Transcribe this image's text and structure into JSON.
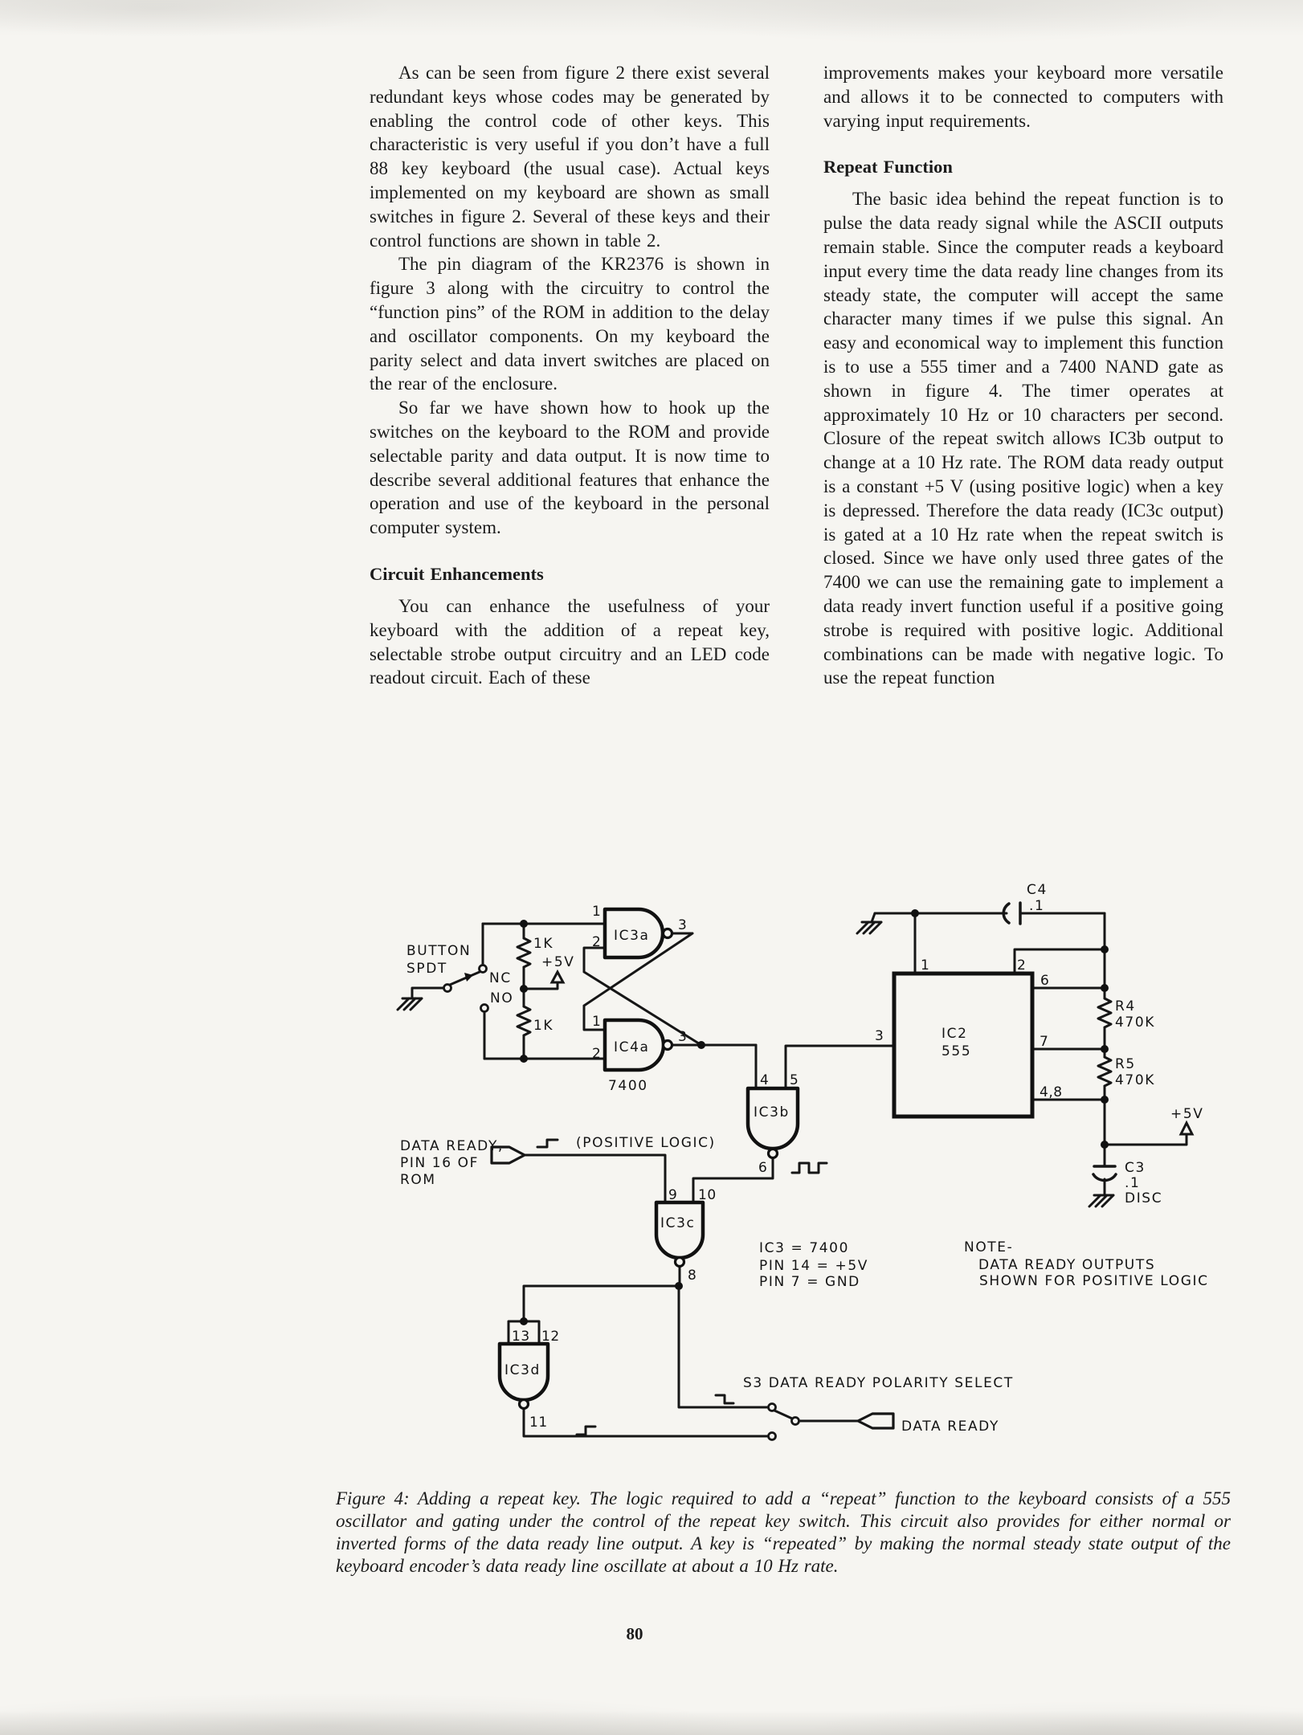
{
  "page": {
    "number": "80"
  },
  "article": {
    "left": {
      "p1": "As can be seen from figure 2 there exist several redundant keys whose codes may be generated by enabling the control code of other keys. This characteristic is very useful if you don’t have a full 88 key keyboard (the usual case). Actual keys implemented on my keyboard are shown as small switches in figure 2. Several of these keys and their control functions are shown in table 2.",
      "p2": "The pin diagram of the KR2376 is shown in figure 3 along with the circuitry to control the “function pins” of the ROM in addition to the delay and oscillator components. On my keyboard the parity select and data invert switches are placed on the rear of the enclosure.",
      "p3": "So far we have shown how to hook up the switches on the keyboard to the ROM and provide selectable parity and data output. It is now time to describe several additional features that enhance the operation and use of the keyboard in the personal computer system.",
      "h1": "Circuit Enhancements",
      "p4": "You can enhance the usefulness of your keyboard with the addition of a repeat key, selectable strobe output circuitry and an LED code readout circuit. Each of these"
    },
    "right": {
      "p5": "improvements makes your keyboard more versatile and allows it to be connected to computers with varying input requirements.",
      "h2": "Repeat Function",
      "p6": "The basic idea behind the repeat function is to pulse the data ready signal while the ASCII outputs remain stable. Since the computer reads a keyboard input every time the data ready line changes from its steady state, the computer will accept the same character many times if we pulse this signal. An easy and economical way to implement this function is to use a 555 timer and a 7400 NAND gate as shown in figure 4. The timer operates at approximately 10 Hz or 10 characters per second. Closure of the repeat switch allows IC3b output to change at a 10 Hz rate. The ROM data ready output is a constant +5 V (using positive logic) when a key is depressed. Therefore the data ready (IC3c output) is gated at a 10 Hz rate when the repeat switch is closed. Since we have only used three gates of the 7400 we can use the remaining gate to implement a data ready invert function useful if a positive going strobe is required with positive logic. Additional combinations can be made with negative logic. To use the repeat function"
    }
  },
  "figure": {
    "caption": "Figure 4: Adding a repeat key. The logic required to add a “repeat” function to the keyboard consists of a 555 oscillator and gating under the control of the repeat key switch. This circuit also provides for either normal or inverted forms of the data ready line output. A key is “repeated” by making the normal steady state output of the keyboard encoder’s data ready line oscillate at about a 10 Hz rate.",
    "labels": {
      "button1": "BUTTON",
      "button2": "SPDT",
      "nc": "NC",
      "no": "NO",
      "r1k": "1K",
      "v5": "+5V",
      "ic3a": "IC3a",
      "ic4a": "IC4a",
      "ic3b": "IC3b",
      "ic3c": "IC3c",
      "ic3d": "IC3d",
      "quad": "7400",
      "ic2a": "IC2",
      "ic2b": "555",
      "c4": "C4",
      "c4v": ".1",
      "r4": "R4",
      "r4v": "470K",
      "r5": "R5",
      "r5v": "470K",
      "c3": "C3",
      "c3v": ".1",
      "disc": "DISC",
      "dr1": "DATA READY,",
      "dr2": "PIN 16 OF",
      "dr3": "ROM",
      "poslogic": "(POSITIVE LOGIC)",
      "icnote1": "IC3 = 7400",
      "icnote2": "PIN 14 = +5V",
      "icnote3": "PIN 7 = GND",
      "note1": "NOTE-",
      "note2": "DATA READY OUTPUTS",
      "note3": "SHOWN FOR POSITIVE LOGIC",
      "s3": "S3  DATA READY POLARITY SELECT",
      "drout": "DATA READY"
    },
    "pins": {
      "p1": "1",
      "p2": "2",
      "p3": "3",
      "p4": "4",
      "p5": "5",
      "p6": "6",
      "p7": "7",
      "p8": "8",
      "p9": "9",
      "p10": "10",
      "p11": "11",
      "p12": "12",
      "p13": "13",
      "p48": "4,8"
    }
  }
}
